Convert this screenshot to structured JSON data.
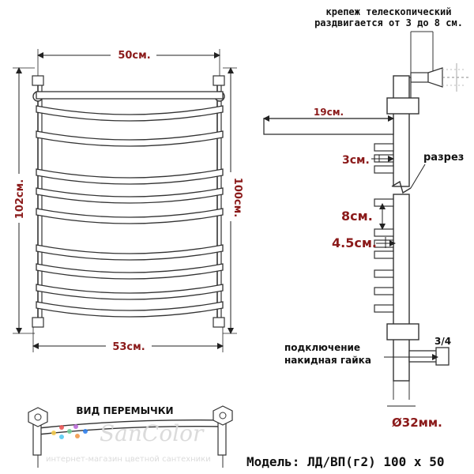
{
  "front": {
    "width_top": "50см.",
    "width_bottom": "53см.",
    "height_left": "102см.",
    "height_right": "100см."
  },
  "side": {
    "bracket_note_line1": "крепеж телескопический",
    "bracket_note_line2": "раздвигается от 3 до 8 см.",
    "depth": "19см.",
    "gap_3": "3см.",
    "cut": "разрез",
    "gap_8": "8см.",
    "gap_45": "4.5см.",
    "connection_line1": "подключение",
    "connection_line2": "накидная гайка",
    "thread": "3/4",
    "diameter": "Ø32мм."
  },
  "jumper": {
    "title": "ВИД ПЕРЕМЫЧКИ"
  },
  "model": "Модель: ЛД/ВП(г2) 100 х 50",
  "watermark": {
    "brand": "SanColor",
    "tagline": "интернет-магазин цветной сантехники"
  },
  "colors": {
    "dimension_text": "#8b1a1a",
    "line": "#333333",
    "tube_highlight": "#ffffff"
  }
}
